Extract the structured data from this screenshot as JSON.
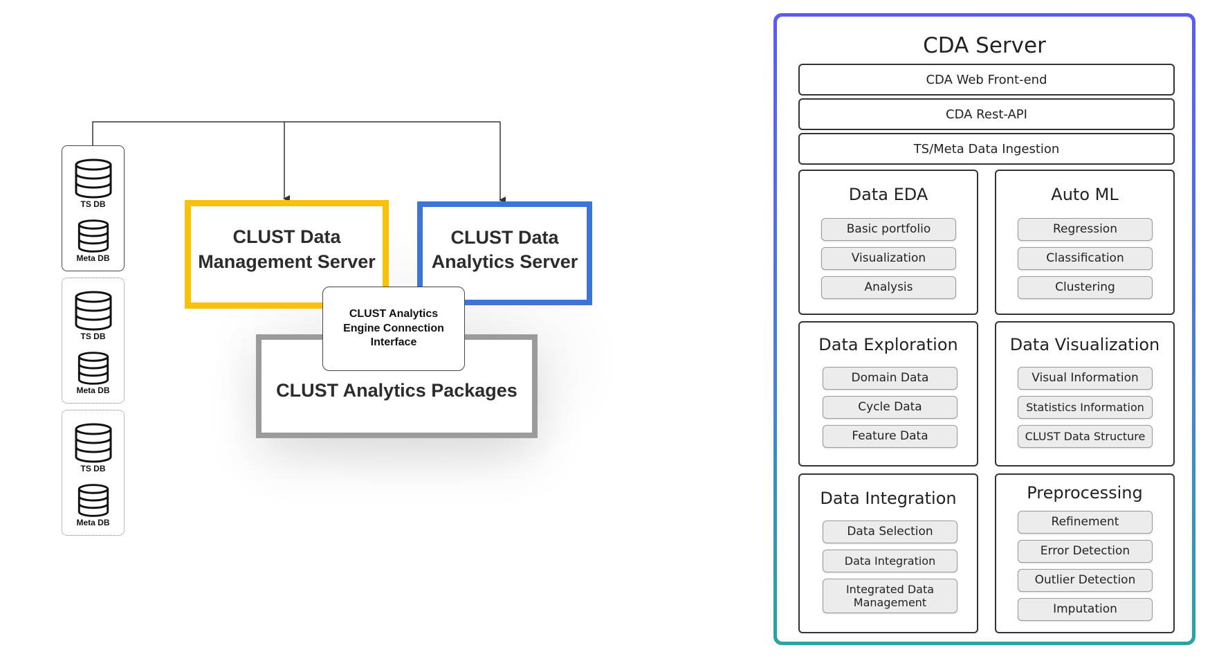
{
  "left_diagram": {
    "db_groups": [
      {
        "ts_label": "TS DB",
        "meta_label": "Meta DB"
      },
      {
        "ts_label": "TS DB",
        "meta_label": "Meta DB"
      },
      {
        "ts_label": "TS DB",
        "meta_label": "Meta DB"
      }
    ],
    "data_management_server": "CLUST Data Management Server",
    "data_analytics_server": "CLUST Data Analytics Server",
    "engine_interface": "CLUST Analytics Engine Connection Interface",
    "analytics_packages": "CLUST Analytics Packages",
    "colors": {
      "management_border": "#f9c20a",
      "analytics_border": "#3d74d6",
      "packages_border": "#9b9b9b"
    }
  },
  "cda_server": {
    "title": "CDA Server",
    "layers": [
      "CDA Web Front-end",
      "CDA Rest-API",
      "TS/Meta Data Ingestion"
    ],
    "modules": [
      {
        "title": "Data EDA",
        "items": [
          "Basic portfolio",
          "Visualization",
          "Analysis"
        ]
      },
      {
        "title": "Auto ML",
        "items": [
          "Regression",
          "Classification",
          "Clustering"
        ]
      },
      {
        "title": "Data Exploration",
        "items": [
          "Domain Data",
          "Cycle Data",
          "Feature Data"
        ]
      },
      {
        "title": "Data Visualization",
        "items": [
          "Visual Information",
          "Statistics Information",
          "CLUST Data Structure"
        ]
      },
      {
        "title": "Data Integration",
        "items": [
          "Data Selection",
          "Data Integration",
          "Integrated Data Management"
        ]
      },
      {
        "title": "Preprocessing",
        "items": [
          "Refinement",
          "Error Detection",
          "Outlier Detection",
          "Imputation"
        ]
      }
    ],
    "colors": {
      "gradient_top": "#5b5bf2",
      "gradient_bottom": "#2aa3a3"
    }
  }
}
